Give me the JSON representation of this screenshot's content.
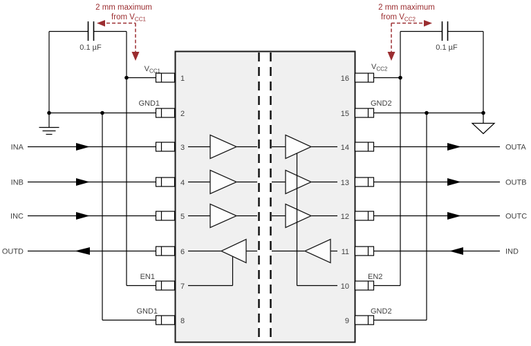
{
  "schematic": {
    "placement_notes": {
      "left": {
        "line1": "2 mm maximum",
        "line2_text": "from V",
        "line2_sub": "CC1"
      },
      "right": {
        "line1": "2 mm maximum",
        "line2_text": "from V",
        "line2_sub": "CC2"
      }
    },
    "capacitors": {
      "left": "0.1 µF",
      "right": "0.1 µF"
    },
    "ic": {
      "pins_left": [
        {
          "num": "1",
          "label": "V",
          "label_sub": "CC1"
        },
        {
          "num": "2",
          "label": "GND1"
        },
        {
          "num": "3"
        },
        {
          "num": "4"
        },
        {
          "num": "5"
        },
        {
          "num": "6"
        },
        {
          "num": "7",
          "label": "EN1"
        },
        {
          "num": "8",
          "label": "GND1"
        }
      ],
      "pins_right": [
        {
          "num": "16",
          "label": "V",
          "label_sub": "CC2"
        },
        {
          "num": "15",
          "label": "GND2"
        },
        {
          "num": "14"
        },
        {
          "num": "13"
        },
        {
          "num": "12"
        },
        {
          "num": "11"
        },
        {
          "num": "10",
          "label": "EN2"
        },
        {
          "num": "9",
          "label": "GND2"
        }
      ]
    },
    "signals": {
      "left": [
        "INA",
        "INB",
        "INC",
        "OUTD"
      ],
      "right": [
        "OUTA",
        "OUTB",
        "OUTC",
        "IND"
      ]
    },
    "colors": {
      "annotation_red": "#9b2d30",
      "ic_fill": "#f0f0f0",
      "wire": "#000000",
      "label_text": "#404040"
    }
  }
}
